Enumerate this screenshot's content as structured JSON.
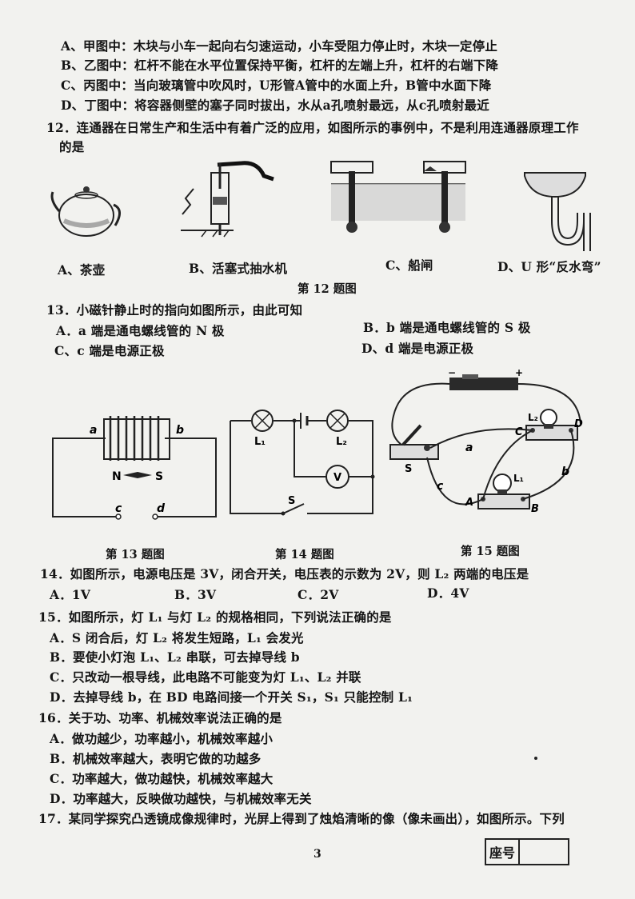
{
  "q11_options": [
    "A、甲图中：木块与小车一起向右匀速运动，小车受阻力停止时，木块一定停止",
    "B、乙图中：杠杆不能在水平位置保持平衡，杠杆的左端上升，杠杆的右端下降",
    "C、丙图中：当向玻璃管中吹风时，U形管A管中的水面上升，B管中水面下降",
    "D、丁图中：将容器侧壁的塞子同时拔出，水从a孔喷射最远，从c孔喷射最近"
  ],
  "q12": {
    "stem_line1": "12．连通器在日常生产和生活中有着广泛的应用，如图所示的事例中，不是利用连通器原理工作",
    "stem_line2": "的是",
    "options": [
      "A、茶壶",
      "B、活塞式抽水机",
      "C、船闸",
      "D、U 形“反水弯”"
    ],
    "caption": "第 12 题图"
  },
  "q13": {
    "stem": "13．小磁针静止时的指向如图所示，由此可知",
    "options": [
      "A．a 端是通电螺线管的 N 极",
      "B．b 端是通电螺线管的 S 极",
      "C、c 端是电源正极",
      "D、d 端是电源正极"
    ],
    "fig": {
      "a": "a",
      "b": "b",
      "c": "c",
      "d": "d",
      "n": "N",
      "s": "S"
    },
    "caption": "第 13 题图"
  },
  "q14": {
    "stem": "14．如图所示，电源电压是 3V，闭合开关，电压表的示数为 2V，则 L₂ 两端的电压是",
    "options": [
      "A．1V",
      "B．3V",
      "C．2V",
      "D．4V"
    ],
    "fig": {
      "l1": "L₁",
      "l2": "L₂",
      "v": "V",
      "s": "S"
    },
    "caption": "第 14 题图"
  },
  "q15": {
    "stem": "15．如图所示，灯 L₁ 与灯 L₂ 的规格相同，下列说法正确的是",
    "options": [
      "A．S 闭合后，灯 L₂ 将发生短路，L₁ 会发光",
      "B．要使小灯泡 L₁、L₂ 串联，可去掉导线 b",
      "C．只改动一根导线，此电路不可能变为灯 L₁、L₂ 并联",
      "D．去掉导线 b，在 BD 电路间接一个开关 S₁，S₁ 只能控制 L₁"
    ],
    "fig": {
      "l1": "L₁",
      "l2": "L₂",
      "a": "a",
      "b": "b",
      "c": "c",
      "s": "S",
      "A": "A",
      "B": "B",
      "C": "C",
      "D": "D",
      "minus": "−",
      "plus": "+"
    },
    "caption": "第 15 题图"
  },
  "q16": {
    "stem": "16．关于功、功率、机械效率说法正确的是",
    "options": [
      "A．做功越少，功率越小，机械效率越小",
      "B．机械效率越大，表明它做的功越多",
      "C．功率越大，做功越快，机械效率越大",
      "D．功率越大，反映做功越快，与机械效率无关"
    ]
  },
  "q17": {
    "stem": "17．某同学探究凸透镜成像规律时，光屏上得到了烛焰清晰的像（像未画出），如图所示。下列"
  },
  "page_number": "3",
  "seat_label": "座号"
}
